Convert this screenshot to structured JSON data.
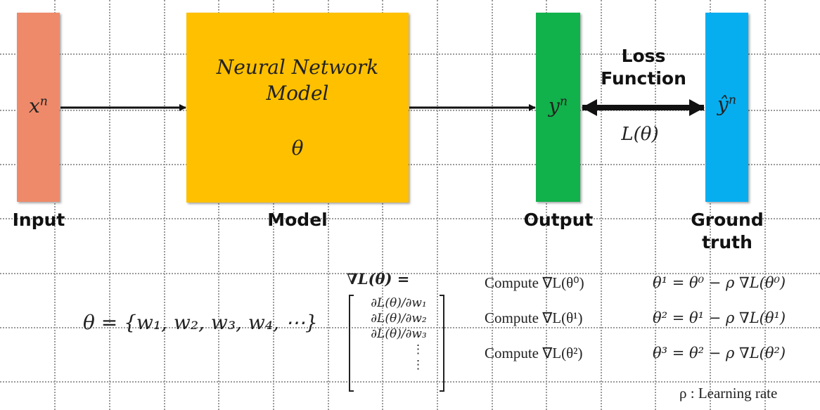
{
  "colors": {
    "input": "#ee8a6a",
    "model": "#ffc000",
    "output": "#11b14b",
    "ground_truth": "#06aef0"
  },
  "nodes": {
    "input_var": "x",
    "input_sup": "n",
    "model_name_line1": "Neural Network",
    "model_name_line2": "Model",
    "model_param": "θ",
    "output_var": "y",
    "output_sup": "n",
    "truth_var": "ŷ",
    "truth_sup": "n"
  },
  "labels": {
    "input": "Input",
    "model": "Model",
    "output": "Output",
    "ground_truth_line1": "Ground",
    "ground_truth_line2": "truth",
    "loss_line1": "Loss",
    "loss_line2": "Function",
    "loss_expr": "L(θ)"
  },
  "params": {
    "theta_set": "θ = {w₁, w₂, w₃, w₄, ⋯}"
  },
  "gradient": {
    "header": "∇L(θ) =",
    "rows": [
      "∂L(θ)/∂w₁",
      "∂L(θ)/∂w₂",
      "∂L(θ)/∂w₃",
      "⋮",
      "⋮"
    ]
  },
  "steps": [
    {
      "compute": "Compute ∇L(θ⁰)",
      "update": "θ¹ = θ⁰ − ρ ∇L(θ⁰)"
    },
    {
      "compute": "Compute ∇L(θ¹)",
      "update": "θ² = θ¹ − ρ ∇L(θ¹)"
    },
    {
      "compute": "Compute ∇L(θ²)",
      "update": "θ³ = θ² − ρ ∇L(θ²)"
    }
  ],
  "learning_rate_note": "ρ : Learning rate"
}
